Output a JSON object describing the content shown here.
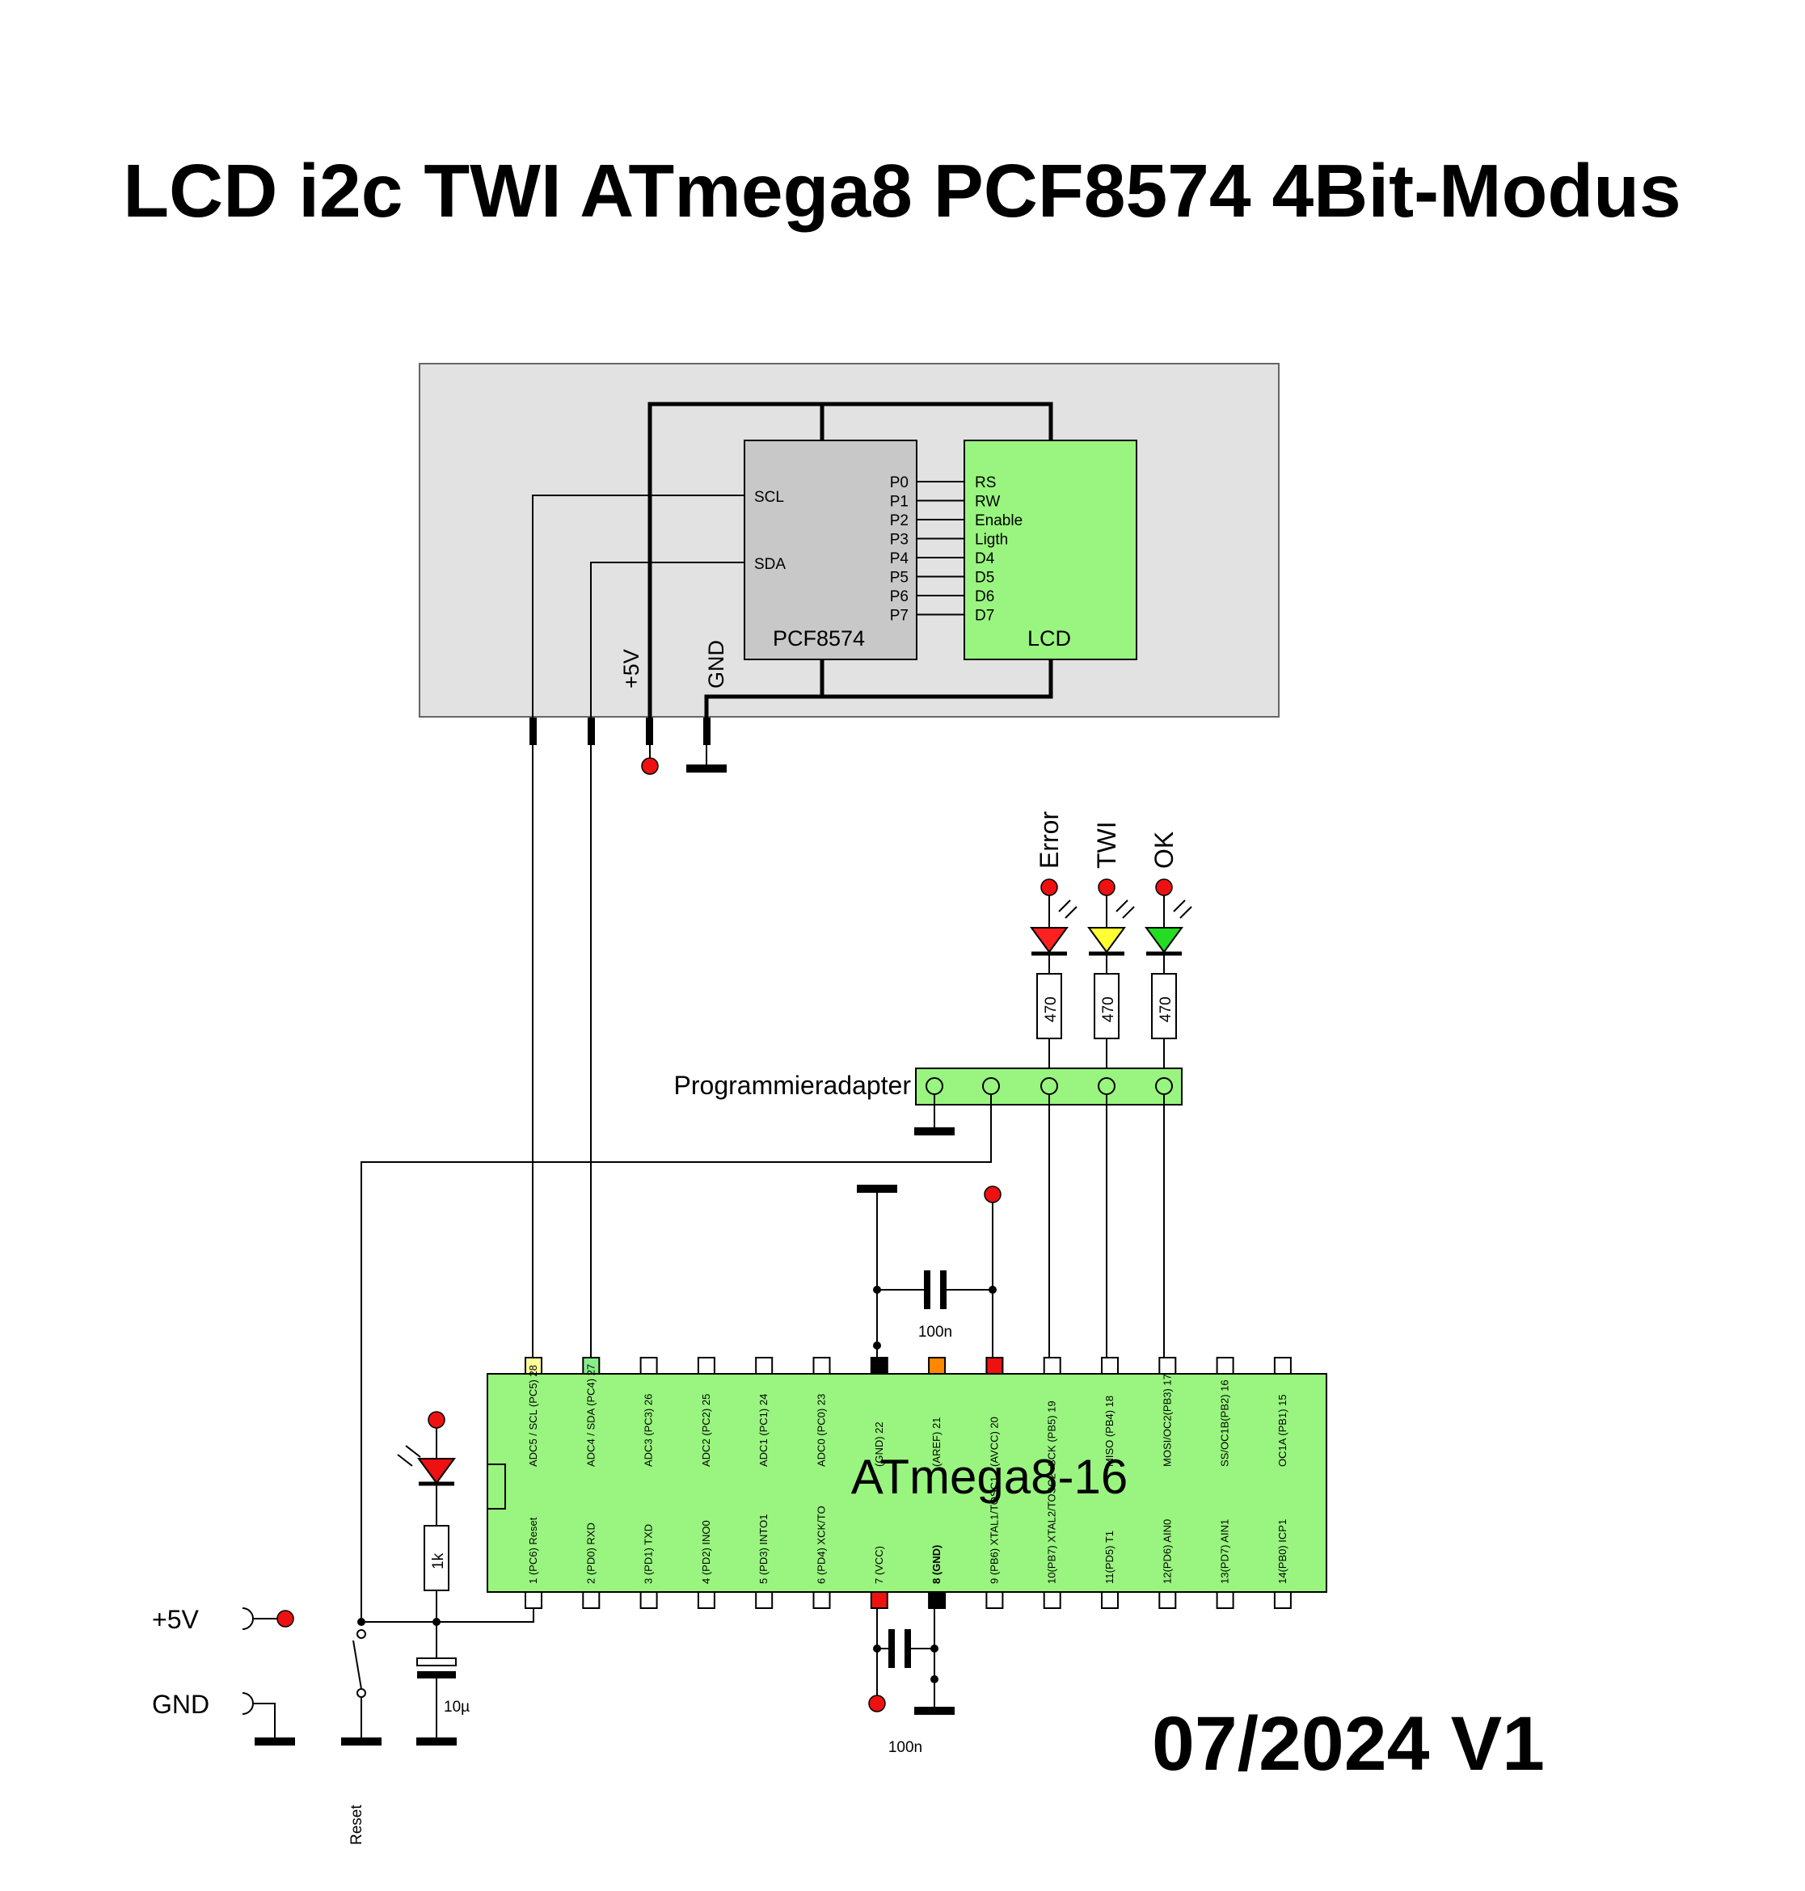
{
  "title": "LCD i2c TWI ATmega8 PCF8574 4Bit-Modus",
  "version_stamp": "07/2024 V1",
  "lcd_module": {
    "pcf_label": "PCF8574",
    "lcd_label": "LCD",
    "pcf_left_pins": [
      "SCL",
      "SDA"
    ],
    "pcf_right_pins": [
      "P0",
      "P1",
      "P2",
      "P3",
      "P4",
      "P5",
      "P6",
      "P7"
    ],
    "lcd_pins": [
      "RS",
      "RW",
      "Enable",
      "Ligth",
      "D4",
      "D5",
      "D6",
      "D7"
    ],
    "supply_labels": [
      "+5V",
      "GND"
    ]
  },
  "leds": [
    {
      "label": "Error",
      "color": "#ff2020",
      "resistor": "470"
    },
    {
      "label": "TWI",
      "color": "#ffff33",
      "resistor": "470"
    },
    {
      "label": "OK",
      "color": "#22dd22",
      "resistor": "470"
    }
  ],
  "programmer_label": "Programmieradapter",
  "mcu": {
    "name": "ATmega8-16",
    "top_pins": [
      "ADC5 / SCL (PC5) 28",
      "ADC4 / SDA (PC4) 27",
      "ADC3 (PC3) 26",
      "ADC2 (PC2) 25",
      "ADC1 (PC1) 24",
      "ADC0 (PC0) 23",
      "(GND) 22",
      "(AREF) 21",
      "(AVCC) 20",
      "SCK (PB5) 19",
      "MISO (PB4) 18",
      "MOSI/OC2(PB3) 17",
      "SS/OC1B(PB2) 16",
      "OC1A (PB1) 15"
    ],
    "bottom_pins": [
      "1 (PC6) Reset",
      "2 (PD0) RXD",
      "3 (PD1) TXD",
      "4 (PD2) INO0",
      "5 (PD3) INTO1",
      "6 (PD4) XCK/TO",
      "7 (VCC)",
      "8 (GND)",
      "9 (PB6) XTAL1/TOSC1",
      "10(PB7) XTAL2/TOSC2",
      "11(PD5) T1",
      "12(PD6) AIN0",
      "13(PD7) AIN1",
      "14(PB0) ICP1"
    ],
    "top_pin_colors": [
      "#ffff99",
      "#88ee88",
      "#fff",
      "#fff",
      "#fff",
      "#fff",
      "#000",
      "#ff8800",
      "#ee1111",
      "#fff",
      "#fff",
      "#fff",
      "#fff",
      "#fff"
    ],
    "bottom_pin_colors": [
      "#fff",
      "#fff",
      "#fff",
      "#fff",
      "#fff",
      "#fff",
      "#ee1111",
      "#000",
      "#fff",
      "#fff",
      "#fff",
      "#fff",
      "#fff",
      "#fff"
    ]
  },
  "capacitor_top_label": "100n",
  "capacitor_bottom_label": "100n",
  "reset_circuit": {
    "resistor": "1k",
    "capacitor": "10µ",
    "switch_label": "Reset"
  },
  "supply_terminals": [
    "+5V",
    "GND"
  ],
  "colors": {
    "module_bg": "#e2e2e2",
    "pcf_bg": "#c8c8c8",
    "lcd_bg": "#99f57f",
    "mcu_bg": "#99f57f",
    "adapter_bg": "#99f57f",
    "supply_dot": "#ee1111"
  }
}
